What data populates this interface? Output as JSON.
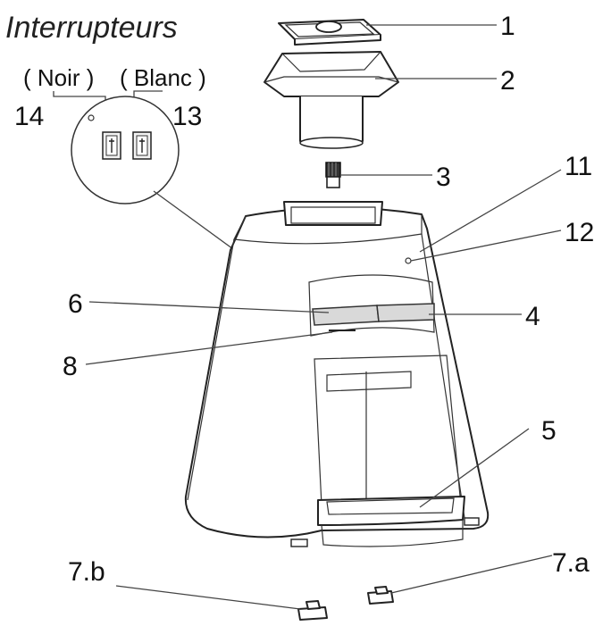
{
  "title": "Interrupteurs",
  "switches": {
    "noir_label": "( Noir )",
    "blanc_label": "( Blanc )",
    "noir_number": "14",
    "blanc_number": "13"
  },
  "callouts": [
    "1",
    "2",
    "3",
    "11",
    "12",
    "6",
    "4",
    "8",
    "5",
    "7.a",
    "7.b"
  ]
}
